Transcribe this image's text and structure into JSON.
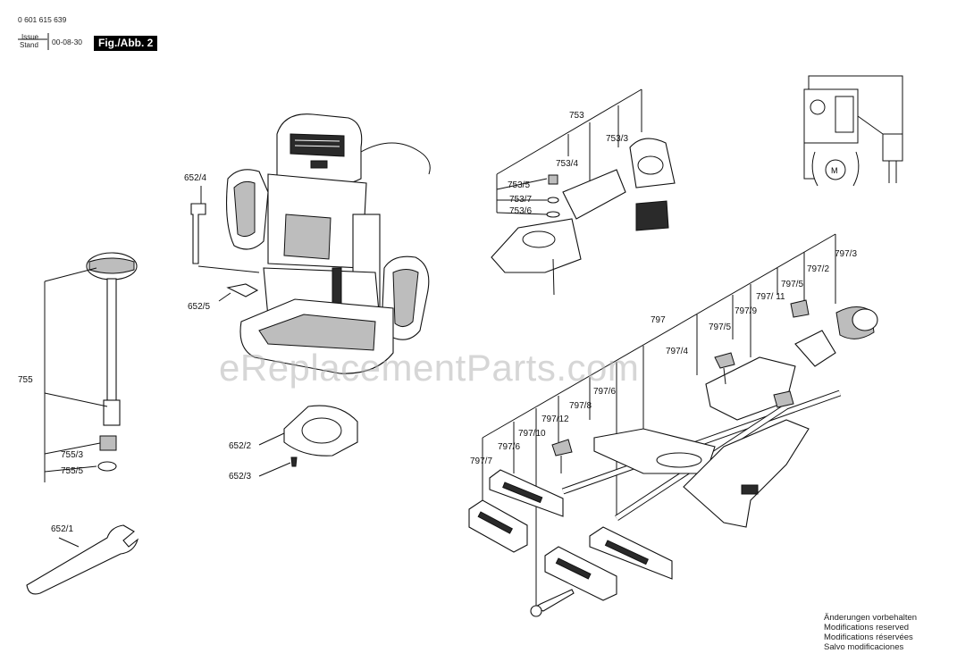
{
  "header": {
    "part_number": "0 601 615 639",
    "issue_label": "Issue",
    "stand_label": "Stand",
    "issue_date": "00-08-30",
    "figure_label": "Fig./Abb. 2"
  },
  "labels": {
    "l652_4": "652/4",
    "l652_5": "652/5",
    "l652_2": "652/2",
    "l652_3": "652/3",
    "l652_1": "652/1",
    "l755": "755",
    "l755_3": "755/3",
    "l755_5": "755/5",
    "l753": "753",
    "l753_3": "753/3",
    "l753_4": "753/4",
    "l753_5": "753/5",
    "l753_7": "753/7",
    "l753_6": "753/6",
    "l797_3": "797/3",
    "l797_2": "797/2",
    "l797_5a": "797/5",
    "l797_11": "797/ 11",
    "l797_9": "797/9",
    "l797": "797",
    "l797_5b": "797/5",
    "l797_4": "797/4",
    "l797_6a": "797/6",
    "l797_8": "797/8",
    "l797_12": "797/12",
    "l797_10": "797/10",
    "l797_6b": "797/6",
    "l797_7": "797/7"
  },
  "watermark": "eReplacementParts.com",
  "footer": {
    "line1": "Änderungen vorbehalten",
    "line2": "Modifications reserved",
    "line3": "Modifications réservées",
    "line4": "Salvo modificaciones"
  }
}
